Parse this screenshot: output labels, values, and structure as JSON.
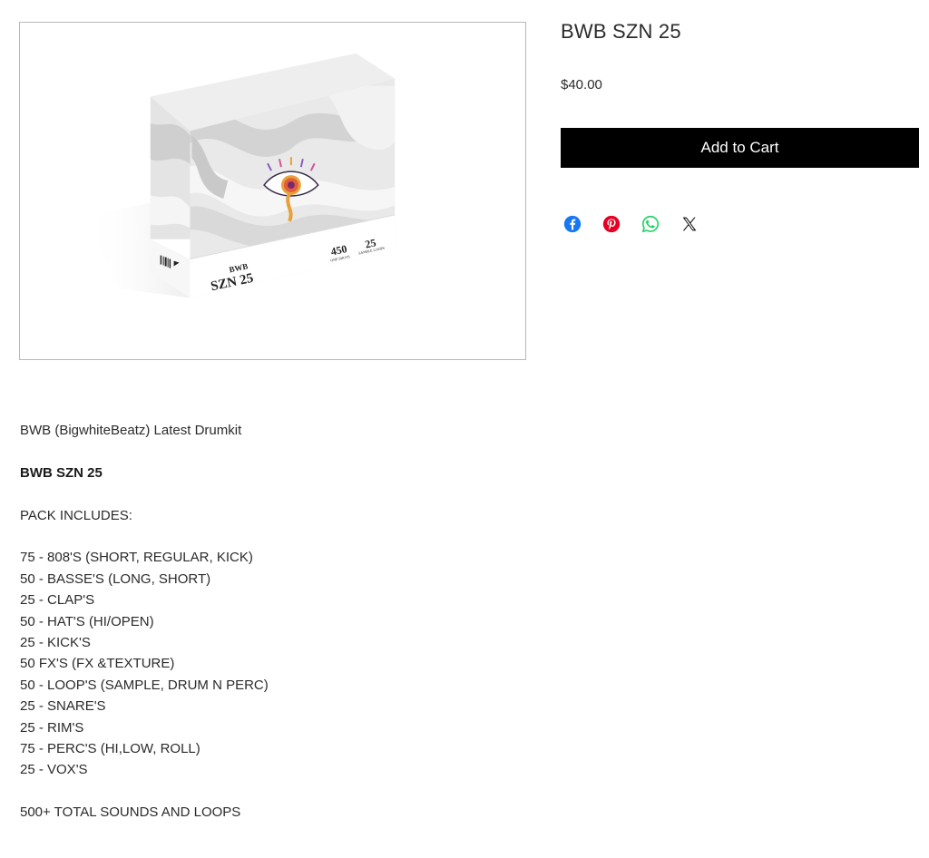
{
  "product": {
    "title": "BWB SZN 25",
    "price": "$40.00",
    "add_to_cart_label": "Add to Cart",
    "image": {
      "box_brand": "BWB",
      "box_title": "SZN 25",
      "stat1_value": "450",
      "stat1_label": "ONE SHOTS",
      "stat2_value": "25",
      "stat2_label": "SAMPLE LOOPS"
    }
  },
  "share": {
    "icons": [
      "facebook-icon",
      "pinterest-icon",
      "whatsapp-icon",
      "x-icon"
    ],
    "colors": {
      "facebook": "#1877F2",
      "pinterest": "#E60023",
      "whatsapp": "#25D366",
      "x": "#000000"
    }
  },
  "description": {
    "intro": "BWB (BigwhiteBeatz) Latest Drumkit",
    "heading": "BWB SZN 25",
    "pack_label": "PACK INCLUDES:",
    "items": [
      "75 - 808'S (SHORT, REGULAR, KICK)",
      "50 - BASSE'S (LONG, SHORT)",
      "25 - CLAP'S",
      "50 - HAT'S (HI/OPEN)",
      "25 - KICK'S",
      "50 FX'S (FX &TEXTURE)",
      "50 - LOOP'S (SAMPLE, DRUM N PERC)",
      "25 - SNARE'S",
      "25 - RIM'S",
      "75 - PERC'S (HI,LOW, ROLL)",
      "25 - VOX'S"
    ],
    "total": "500+ TOTAL SOUNDS AND LOOPS"
  }
}
